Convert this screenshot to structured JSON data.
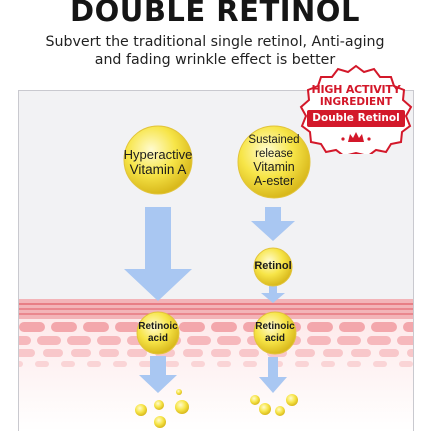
{
  "title": "DOUBLE RETINOL",
  "subtitle_line1": "Subvert the traditional single retinol, Anti-aging",
  "subtitle_line2": "and fading wrinkle effect is better",
  "badge": {
    "line1": "HIGH ACTIVITY",
    "line2": "INGREDIENT",
    "ribbon": "Double Retinol",
    "accent_color": "#d3182a",
    "icon": "crown-icon"
  },
  "left_path": {
    "top_capsule_line1": "Hyperactive",
    "top_capsule_line2": "Vitamin A",
    "bottom_capsule_line1": "Retinoic",
    "bottom_capsule_line2": "acid"
  },
  "right_path": {
    "top_capsule_line1": "Sustained",
    "top_capsule_line2": "release",
    "top_capsule_line3": "Vitamin",
    "top_capsule_line4": "A-ester",
    "middle_capsule": "Retinol",
    "bottom_capsule_line1": "Retinoic",
    "bottom_capsule_line2": "acid"
  },
  "colors": {
    "arrow": "#a9c7f2",
    "capsule": "#f7e548",
    "skin": "#f5c3c5",
    "skin_line": "#e46c74"
  }
}
